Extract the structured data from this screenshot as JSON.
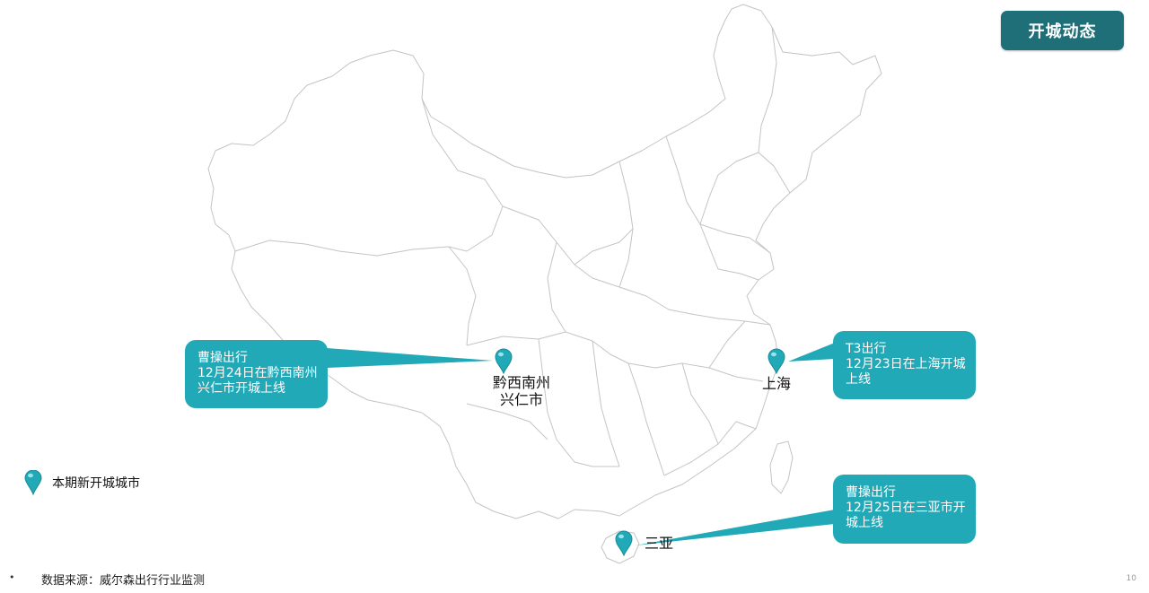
{
  "header": {
    "title": "开城动态"
  },
  "colors": {
    "accent": "#22a9b7",
    "title_bg": "#1e6f77",
    "map_border": "#c4c4c4"
  },
  "cities": [
    {
      "id": "qianxinan",
      "label_lines": [
        "黔西南州",
        "兴仁市"
      ]
    },
    {
      "id": "shanghai",
      "label_lines": [
        "上海"
      ]
    },
    {
      "id": "sanya",
      "label_lines": [
        "三亚"
      ]
    }
  ],
  "callouts": [
    {
      "id": "qianxinan",
      "lines": [
        "曹操出行",
        "12月24日在黔西南州",
        "兴仁市开城上线"
      ]
    },
    {
      "id": "shanghai",
      "lines": [
        "T3出行",
        "12月23日在上海开城",
        "上线"
      ]
    },
    {
      "id": "sanya",
      "lines": [
        "曹操出行",
        "12月25日在三亚市开",
        "城上线"
      ]
    }
  ],
  "legend": {
    "icon": "map-pin-icon",
    "label": "本期新开城城市"
  },
  "footer": {
    "bullet": "•",
    "source": "数据来源：威尔森出行行业监测",
    "page_number": "10"
  }
}
